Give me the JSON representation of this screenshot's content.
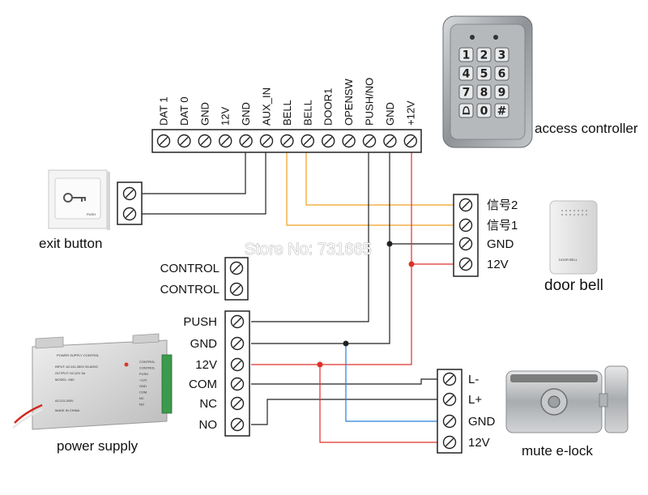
{
  "controller_terminals": [
    "DAT 1",
    "DAT 0",
    "GND",
    "12V",
    "GND",
    "AUX_IN",
    "BELL",
    "BELL",
    "DOOR1",
    "OPENSW",
    "PUSH/NO",
    "GND",
    "+12V"
  ],
  "controller_caption": "access controller",
  "keypad_keys": [
    "1",
    "2",
    "3",
    "4",
    "5",
    "6",
    "7",
    "8",
    "9",
    "",
    "0",
    "#"
  ],
  "exit_caption": "exit button",
  "exit_plate_text": "PUSH",
  "bell_terminals": [
    "信号2",
    "信号1",
    "GND",
    "12V"
  ],
  "bell_caption": "door bell",
  "bell_unit_text": "DOOR BELL",
  "control_terminals": [
    "CONTROL",
    "CONTROL"
  ],
  "ps_terminals": [
    "PUSH",
    "GND",
    "12V",
    "COM",
    "NC",
    "NO"
  ],
  "ps_caption": "power supply",
  "ps_label": {
    "title": "POWER SUPPLY CONTROL",
    "input": "INPUT: AC110-260V 50-60HZ",
    "output": "OUTPUT: DC12V 3A",
    "model": "MODEL: K80",
    "ac": "AC110-260V",
    "made": "MADE IN CHINA",
    "right": [
      "CONTROL",
      "CONTROL",
      "PUSH",
      "+12V",
      "GND",
      "COM",
      "NC",
      "NO"
    ]
  },
  "lock_terminals": [
    "L-",
    "L+",
    "GND",
    "12V"
  ],
  "lock_caption": "mute e-lock",
  "watermark": "Store No: 731665",
  "colors": {
    "red": "#e0302a",
    "orange": "#f0a020",
    "blue": "#2a7fd6",
    "black": "#222222"
  }
}
